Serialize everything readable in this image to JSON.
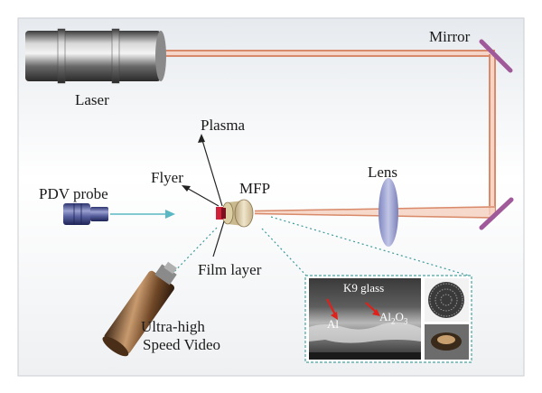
{
  "labels": {
    "laser": "Laser",
    "mirror": "Mirror",
    "plasma": "Plasma",
    "flyer": "Flyer",
    "mfp": "MFP",
    "lens": "Lens",
    "pdv_probe": "PDV probe",
    "film_layer": "Film layer",
    "video_line1": "Ultra-high",
    "video_line2": "Speed Video"
  },
  "inset": {
    "glass_label": "K9 glass",
    "al_label": "Al",
    "al2o3_label": "Al",
    "al2o3_sub1": "2",
    "al2o3_o": "O",
    "al2o3_sub2": "3"
  },
  "colors": {
    "beam": "#d88a6a",
    "mirror": "#a05a9a",
    "probe_beam": "#5ab8c4",
    "inset_border": "#4aa3a0",
    "arrow_red": "#e0201a"
  }
}
